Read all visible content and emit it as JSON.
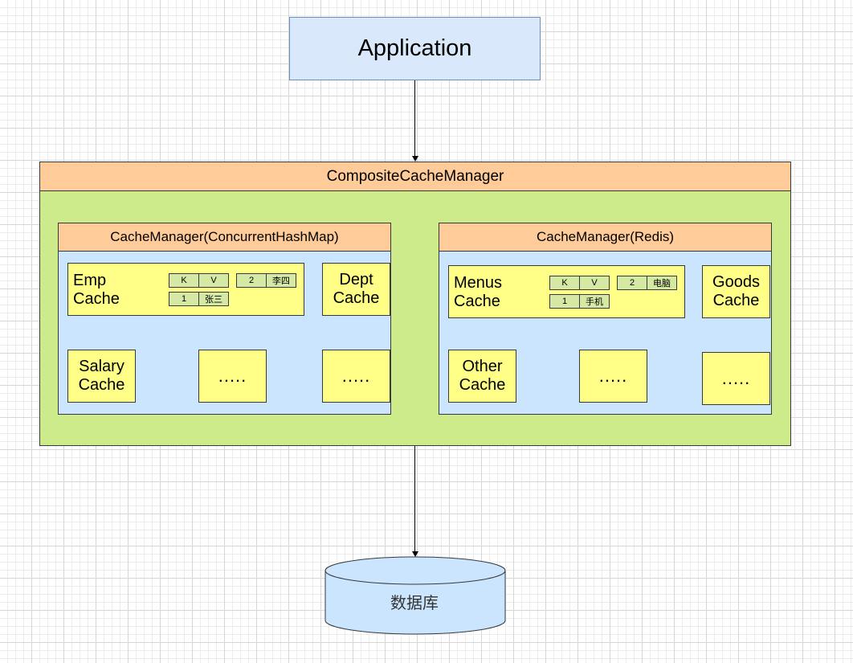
{
  "application": {
    "label": "Application"
  },
  "composite": {
    "title": "CompositeCacheManager",
    "managers": [
      {
        "title": "CacheManager(ConcurrentHashMap)",
        "main_cache": {
          "label_line1": "Emp",
          "label_line2": "Cache",
          "header": {
            "key": "K",
            "value": "V"
          },
          "entries": [
            {
              "key": "2",
              "value": "李四"
            },
            {
              "key": "1",
              "value": "张三"
            }
          ]
        },
        "caches": [
          {
            "line1": "Dept",
            "line2": "Cache"
          },
          {
            "line1": "Salary",
            "line2": "Cache"
          },
          {
            "text": "....."
          },
          {
            "text": "....."
          }
        ]
      },
      {
        "title": "CacheManager(Redis)",
        "main_cache": {
          "label_line1": "Menus",
          "label_line2": "Cache",
          "header": {
            "key": "K",
            "value": "V"
          },
          "entries": [
            {
              "key": "2",
              "value": "电脑"
            },
            {
              "key": "1",
              "value": "手机"
            }
          ]
        },
        "caches": [
          {
            "line1": "Goods",
            "line2": "Cache"
          },
          {
            "line1": "Other",
            "line2": "Cache"
          },
          {
            "text": "....."
          },
          {
            "text": "....."
          }
        ]
      }
    ]
  },
  "database": {
    "label": "数据库"
  },
  "colors": {
    "application_fill": "#dae8fc",
    "application_stroke": "#6c8ebf",
    "composite_fill": "#cdeb8b",
    "header_fill": "#ffcc99",
    "panel_fill": "#cce5ff",
    "cache_fill": "#ffff88",
    "kv_fill": "#d5e8a4",
    "database_fill": "#cce5ff"
  }
}
